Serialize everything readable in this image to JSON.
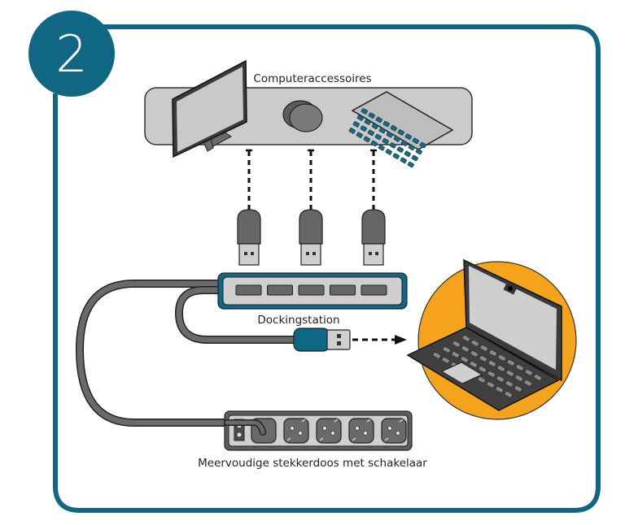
{
  "step": {
    "number": "2"
  },
  "labels": {
    "accessories": "Computeraccessoires",
    "dock": "Dockingstation",
    "powerstrip": "Meervoudige stekkerdoos met schakelaar"
  },
  "components": {
    "accessories": [
      "monitor",
      "mouse",
      "keyboard"
    ],
    "usb_plugs_count": 3,
    "dock_ports_count": 5,
    "power_sockets_count": 5
  },
  "colors": {
    "frame": "#0f6784",
    "accent_orange": "#f4a31b",
    "dark_gray": "#5e5e5e",
    "light_gray": "#cfcfcf",
    "key_blue": "#136b8a"
  }
}
